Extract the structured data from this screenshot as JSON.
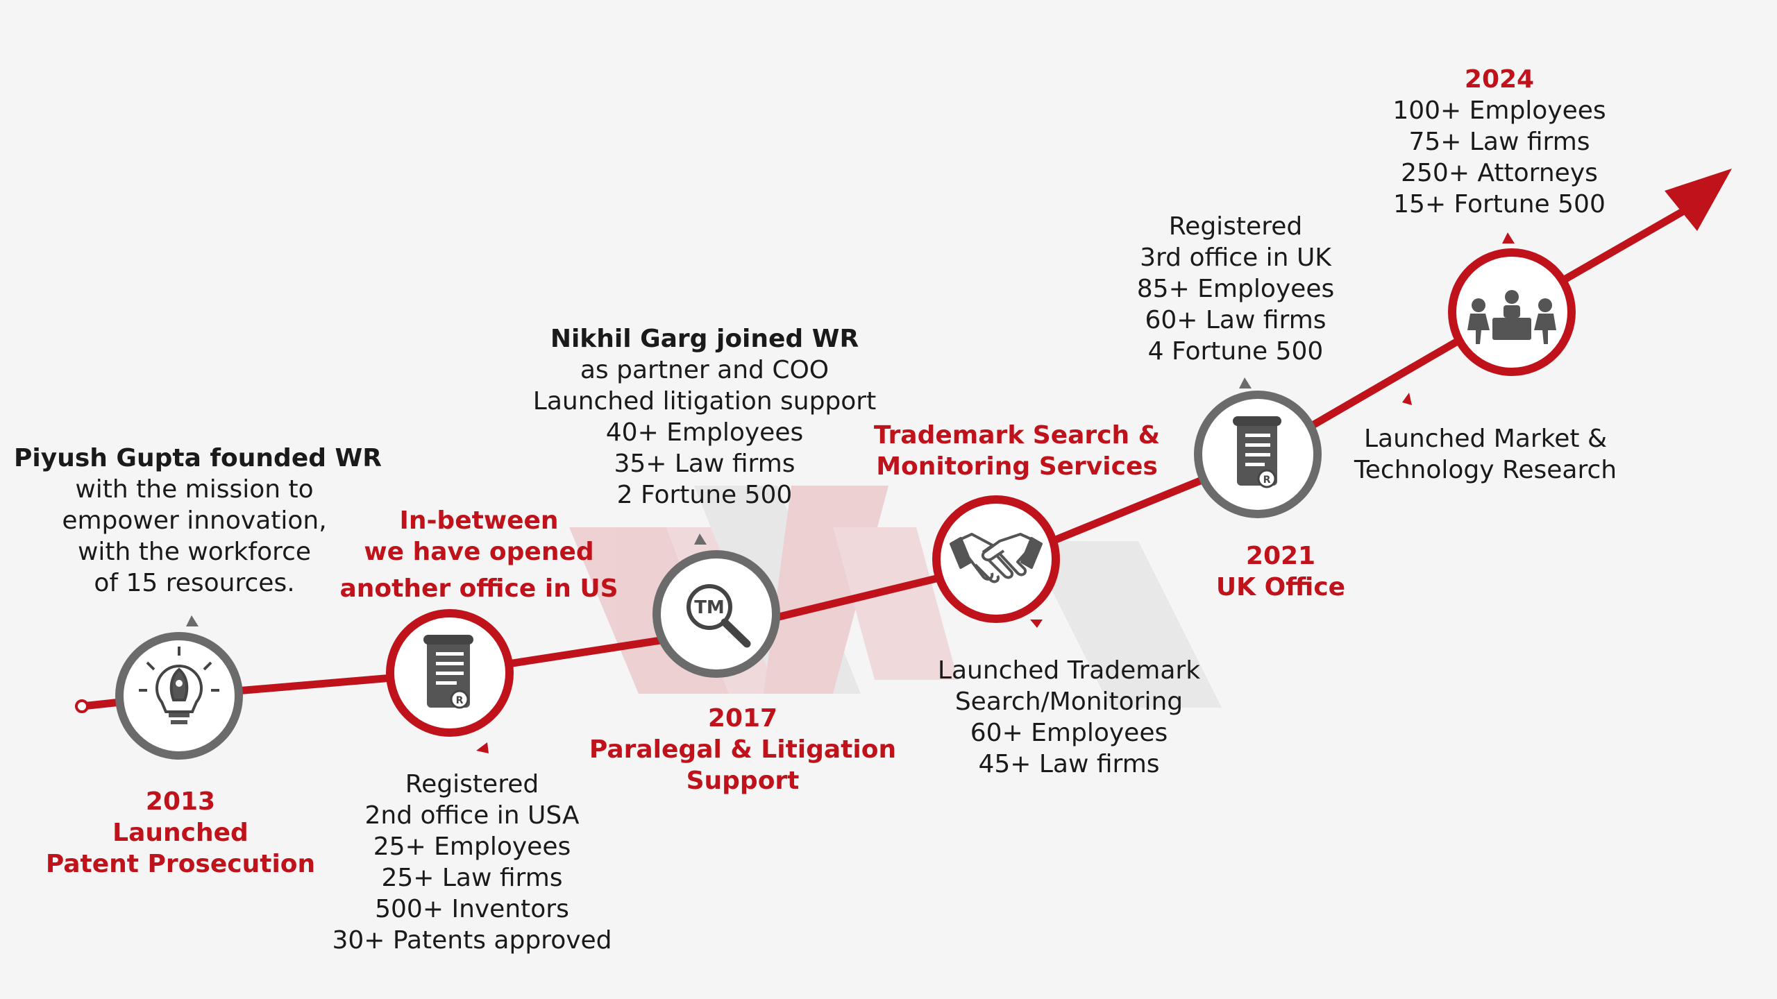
{
  "colors": {
    "accent": "#c0121a",
    "ring_grey": "#6b6b6b",
    "text": "#1a1a1a",
    "background": "#f5f5f5"
  },
  "milestones": [
    {
      "id": "2013",
      "icon": "rocket-lightbulb-icon",
      "above": {
        "heading": "Piyush Gupta founded WR",
        "lines": [
          "with the mission to",
          "empower innovation,",
          "with the workforce",
          "of 15 resources."
        ]
      },
      "below": {
        "title_lines": [
          "2013",
          "Launched",
          "Patent Prosecution"
        ]
      }
    },
    {
      "id": "us-office",
      "icon": "certificate-scroll-icon",
      "above": {
        "title_lines": [
          "In-between",
          "we have opened",
          "another office in US"
        ]
      },
      "below": {
        "lines": [
          "Registered",
          "2nd office in USA",
          "25+ Employees",
          "25+ Law firms",
          "500+ Inventors",
          "30+ Patents approved"
        ]
      }
    },
    {
      "id": "2017",
      "icon": "trademark-magnifier-icon",
      "above": {
        "heading": "Nikhil Garg joined WR",
        "lines": [
          "as partner and COO",
          "Launched litigation support",
          "40+ Employees",
          "35+ Law firms",
          "2 Fortune 500"
        ]
      },
      "below": {
        "title_lines": [
          "2017",
          "Paralegal & Litigation",
          "Support"
        ]
      }
    },
    {
      "id": "trademark",
      "icon": "handshake-icon",
      "above": {
        "title_lines": [
          "Trademark Search &",
          "Monitoring Services"
        ]
      },
      "below": {
        "lines": [
          "Launched Trademark",
          "Search/Monitoring",
          "60+ Employees",
          "45+ Law firms"
        ]
      }
    },
    {
      "id": "2021",
      "icon": "certificate-scroll-icon",
      "above": {
        "lines": [
          "Registered",
          "3rd office in UK",
          "85+ Employees",
          "60+ Law firms",
          "4 Fortune 500"
        ]
      },
      "below": {
        "title_lines": [
          "2021",
          "UK Office"
        ]
      }
    },
    {
      "id": "2024",
      "icon": "meeting-team-icon",
      "above": {
        "title_lines": [
          "2024"
        ],
        "lines": [
          "100+ Employees",
          "75+ Law firms",
          "250+ Attorneys",
          "15+ Fortune 500"
        ]
      },
      "below": {
        "lines": [
          "Launched Market &",
          "Technology Research"
        ]
      }
    }
  ]
}
